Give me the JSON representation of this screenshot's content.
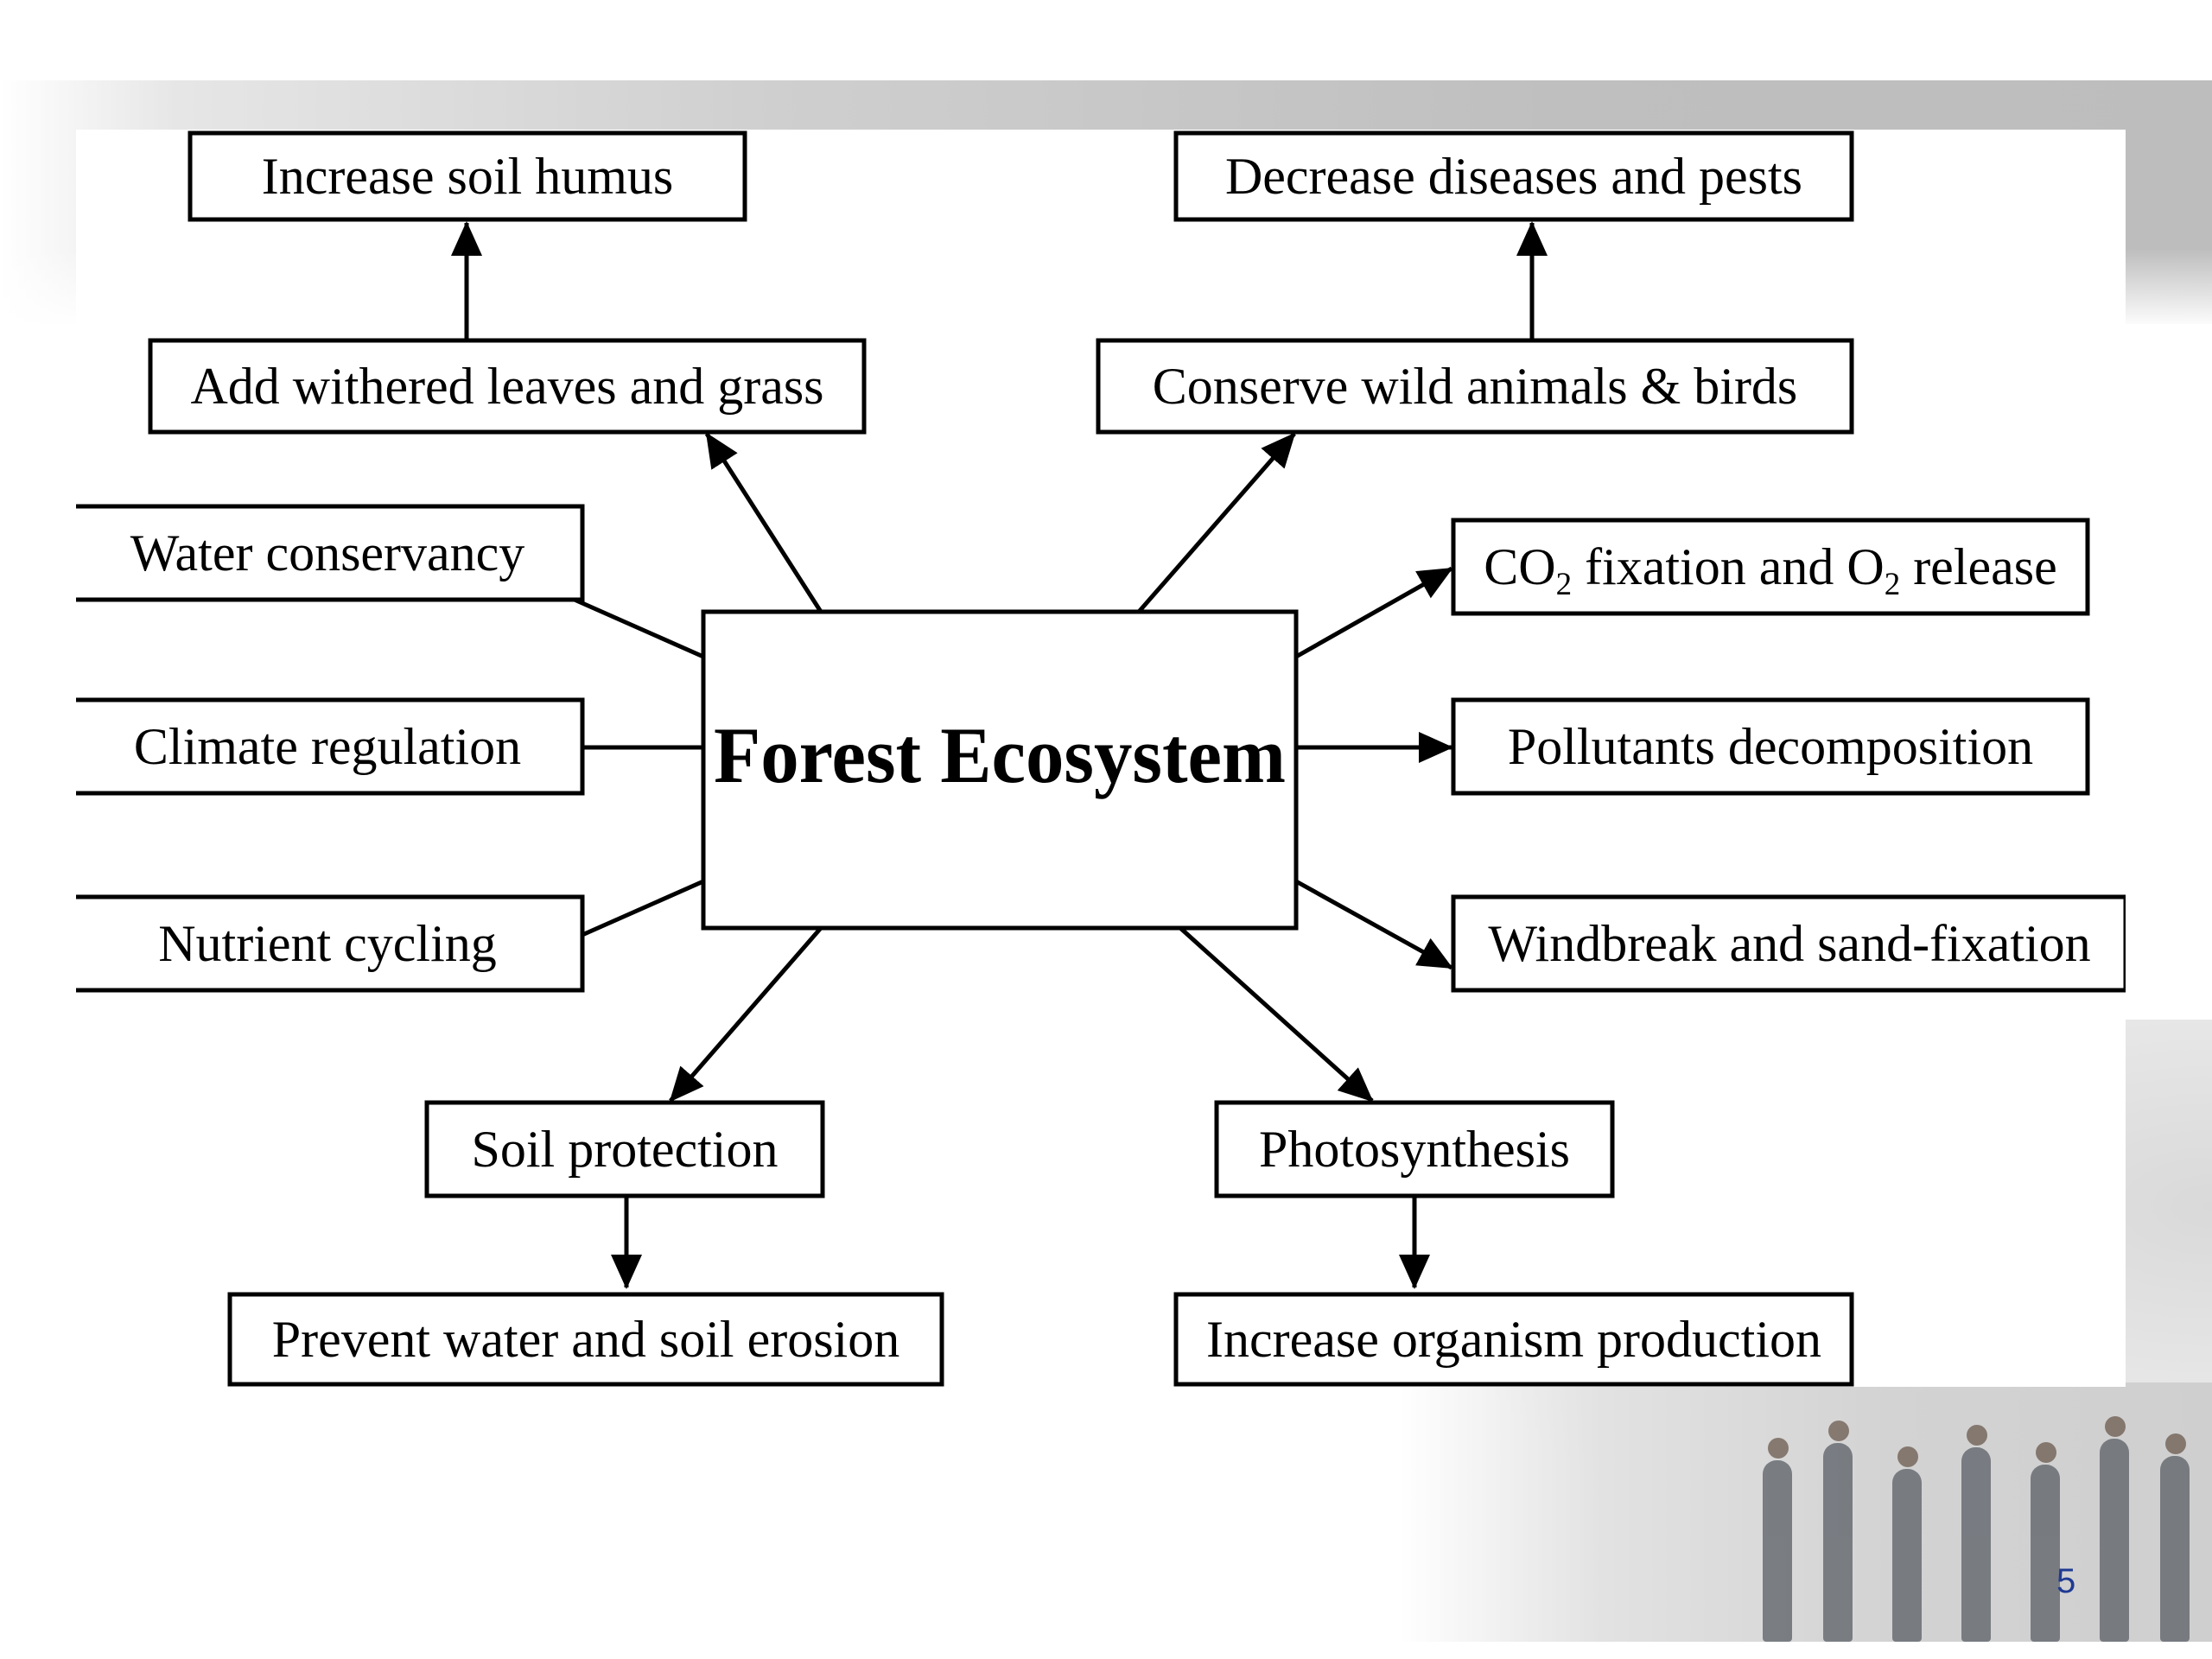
{
  "slide": {
    "page_number": "5"
  },
  "diagram": {
    "center": {
      "label": "Forest Ecosystem"
    },
    "nodes": [
      {
        "id": "withered",
        "label": "Add withered leaves and grass"
      },
      {
        "id": "humus",
        "label": "Increase soil humus"
      },
      {
        "id": "wildlife",
        "label": "Conserve wild animals & birds"
      },
      {
        "id": "pests",
        "label": "Decrease diseases and pests"
      },
      {
        "id": "water",
        "label": "Water conservancy"
      },
      {
        "id": "climate",
        "label": "Climate regulation"
      },
      {
        "id": "nutrient",
        "label": "Nutrient  cycling"
      },
      {
        "id": "co2",
        "label_parts": [
          "CO",
          "2",
          " fixation and O",
          "2",
          " release"
        ]
      },
      {
        "id": "pollutants",
        "label": "Pollutants decomposition"
      },
      {
        "id": "windbreak",
        "label": "Windbreak and sand-fixation"
      },
      {
        "id": "soilprot",
        "label": "Soil protection"
      },
      {
        "id": "erosion",
        "label": "Prevent water and soil erosion"
      },
      {
        "id": "photo",
        "label": "Photosynthesis"
      },
      {
        "id": "organism",
        "label": "Increase organism production"
      }
    ],
    "edges": [
      [
        "center",
        "withered"
      ],
      [
        "withered",
        "humus"
      ],
      [
        "center",
        "wildlife"
      ],
      [
        "wildlife",
        "pests"
      ],
      [
        "center",
        "water"
      ],
      [
        "center",
        "climate"
      ],
      [
        "center",
        "nutrient"
      ],
      [
        "center",
        "co2"
      ],
      [
        "center",
        "pollutants"
      ],
      [
        "center",
        "windbreak"
      ],
      [
        "center",
        "soilprot"
      ],
      [
        "soilprot",
        "erosion"
      ],
      [
        "center",
        "photo"
      ],
      [
        "photo",
        "organism"
      ]
    ]
  }
}
